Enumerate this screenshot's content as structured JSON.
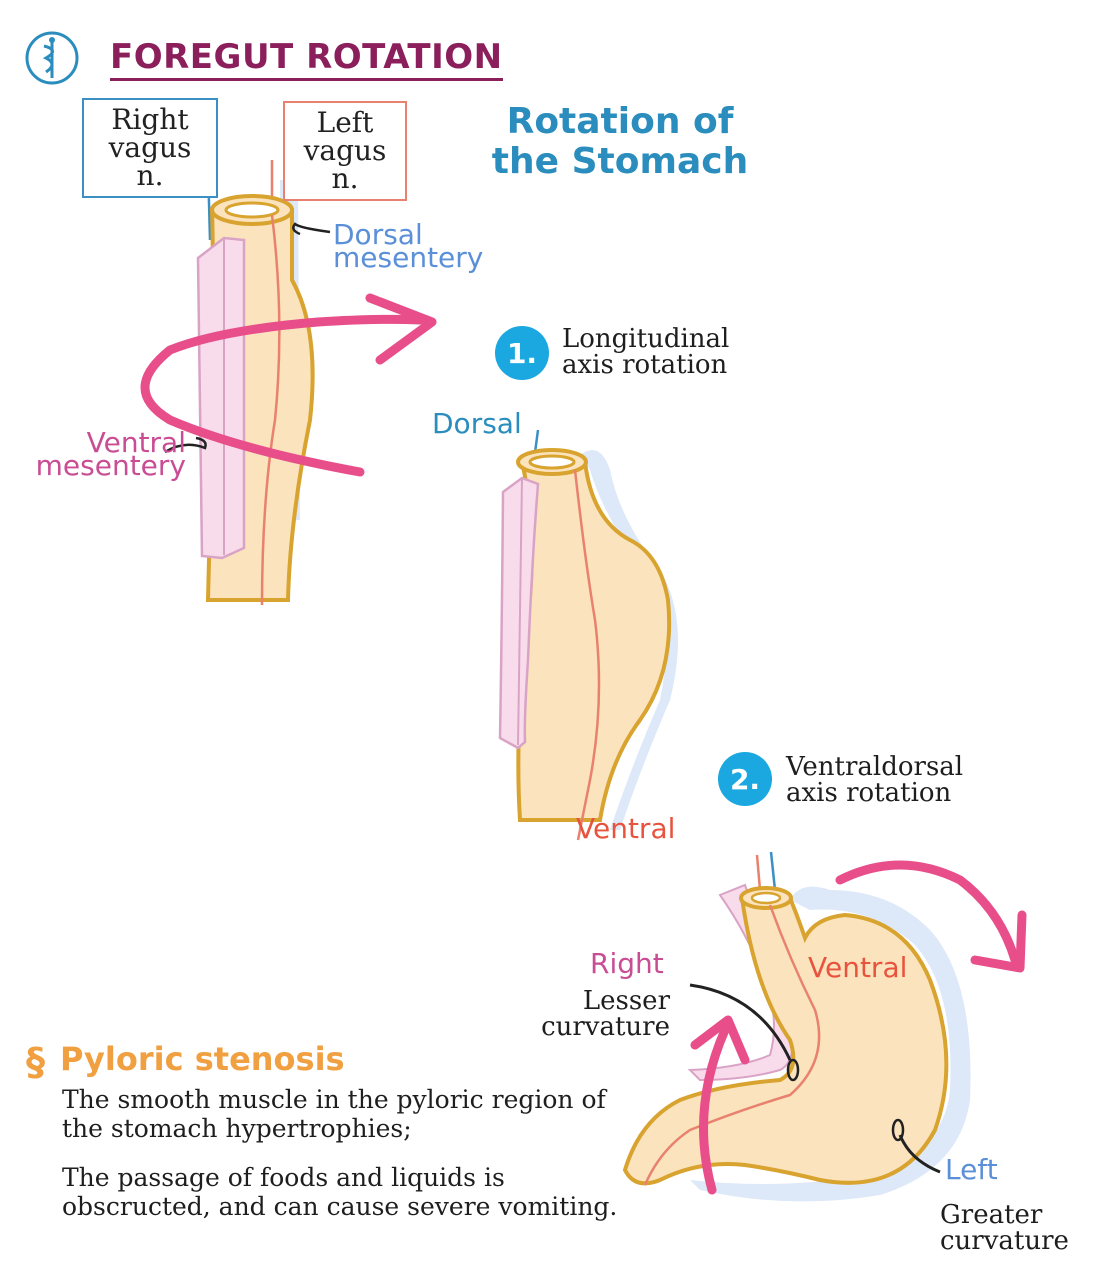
{
  "header": {
    "title": "FOREGUT ROTATION",
    "subtitle": "Rotation of the Stomach"
  },
  "labels": {
    "right_vagus": "Right vagus n.",
    "left_vagus": "Left vagus n.",
    "dorsal_mesentery": "Dorsal mesentery",
    "ventral_mesentery": "Ventral mesentery",
    "dorsal": "Dorsal",
    "ventral_stage2": "Ventral",
    "ventral_stage3": "Ventral",
    "right": "Right",
    "lesser_curvature": "Lesser curvature",
    "left": "Left",
    "greater_curvature": "Greater curvature"
  },
  "steps": [
    {
      "number": "1.",
      "text": "Longitudinal axis rotation"
    },
    {
      "number": "2.",
      "text": "Ventraldorsal axis rotation"
    }
  ],
  "clinical": {
    "title": "Pyloric stenosis",
    "icon": "clinical-correlation-icon",
    "paragraphs": [
      "The smooth muscle in the pyloric region of the stomach hypertrophies;",
      "The passage of foods and liquids is obscructed, and can cause severe vomiting."
    ]
  },
  "colors": {
    "tube_fill": "#fbe3bd",
    "tube_stroke": "#d8a32e",
    "mesentery_fill": "#f9dcec",
    "mesentery_stroke": "#d9a3c6",
    "dorsal_mesentery_fill": "#dde8f8",
    "arrow_pink": "#e84e8a",
    "left_vagus": "#e8826e",
    "right_vagus": "#3c8fc4"
  }
}
